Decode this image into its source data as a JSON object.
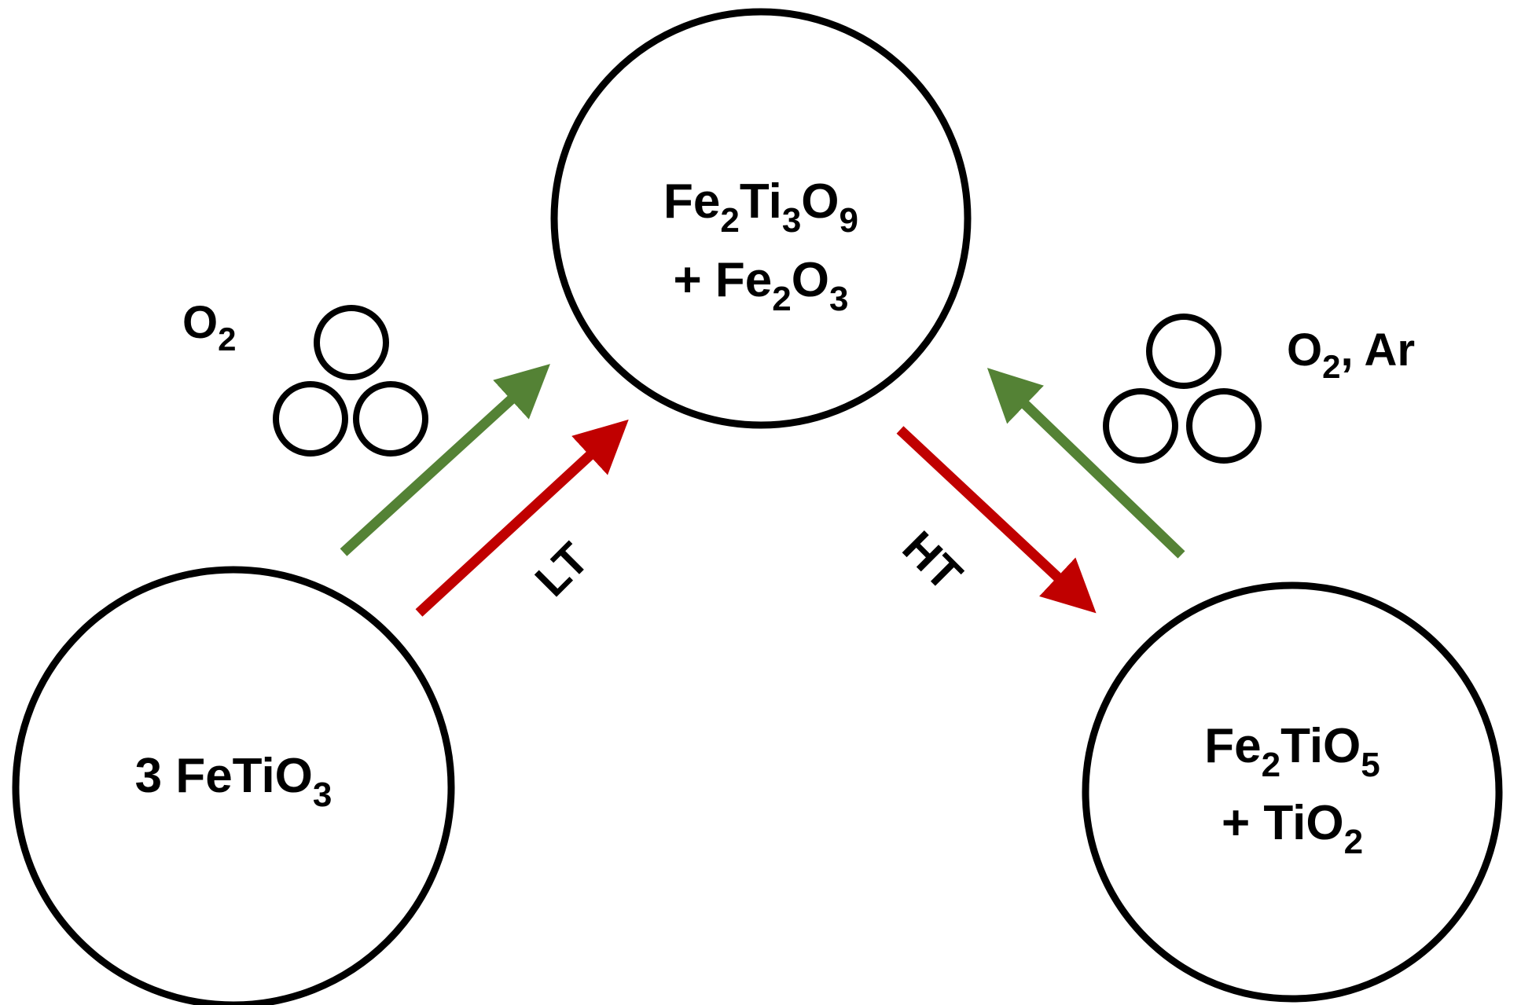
{
  "colors": {
    "oxidation_arrow": "#548235",
    "thermal_arrow": "#c00000",
    "outline": "#000000",
    "background": "#ffffff"
  },
  "nodes": {
    "reactant": {
      "prefix": "3 FeTiO",
      "sub": "3"
    },
    "intermediate": {
      "line1": {
        "a": "Fe",
        "a_sub": "2",
        "b": "Ti",
        "b_sub": "3",
        "c": "O",
        "c_sub": "9"
      },
      "line2": {
        "a": "+ Fe",
        "a_sub": "2",
        "b": "O",
        "b_sub": "3"
      }
    },
    "product": {
      "line1": {
        "a": "Fe",
        "a_sub": "2",
        "b": "TiO",
        "b_sub": "5"
      },
      "line2": {
        "a": "+ TiO",
        "a_sub": "2"
      }
    }
  },
  "gases": {
    "left": {
      "a": "O",
      "a_sub": "2",
      "icon": "molecule-icon"
    },
    "right": {
      "a": "O",
      "a_sub": "2",
      "b": ", Ar",
      "icon": "molecule-icon"
    }
  },
  "conditions": {
    "low_temp": "LT",
    "high_temp": "HT"
  }
}
